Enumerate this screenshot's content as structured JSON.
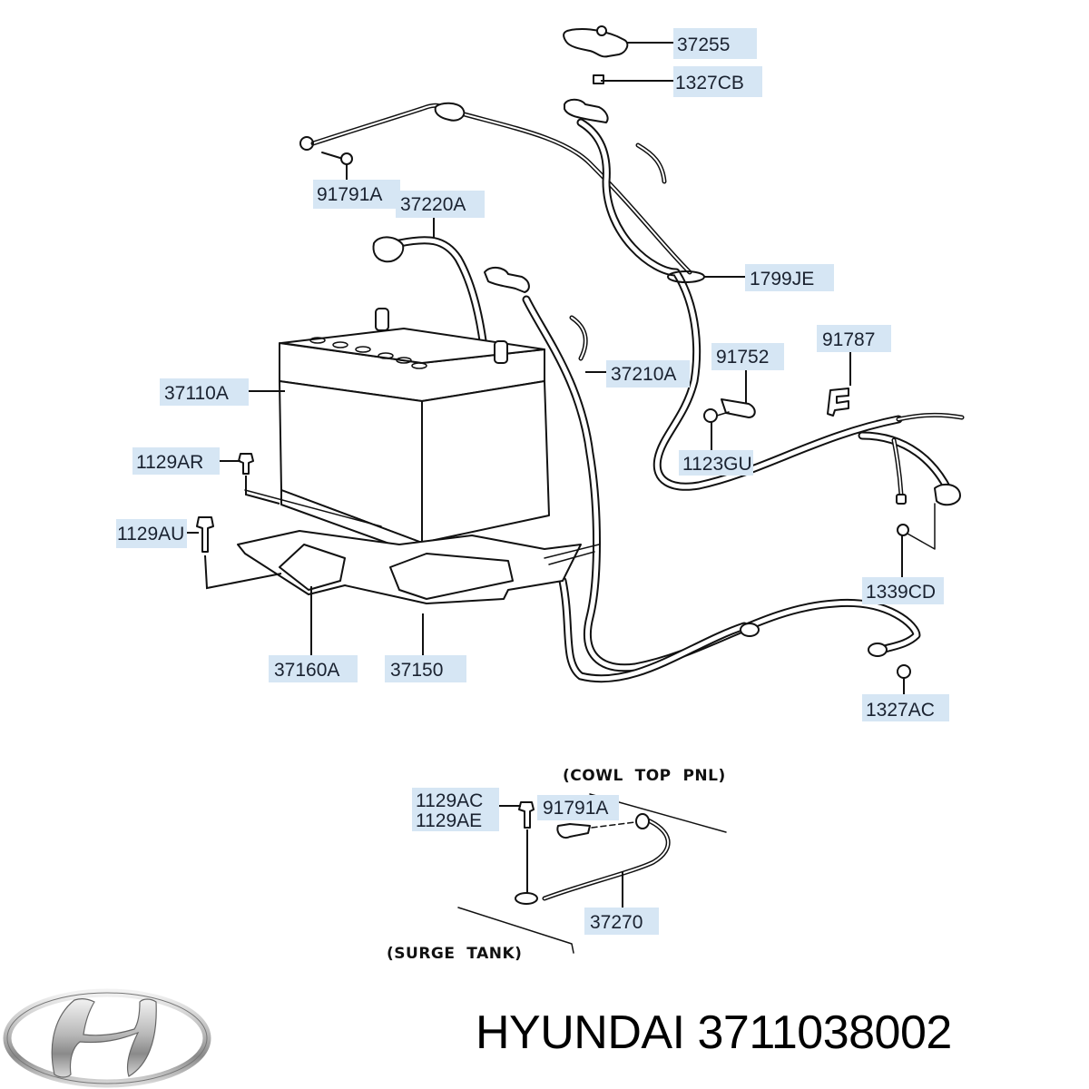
{
  "diagram": {
    "brand": "HYUNDAI",
    "part_number": "3711038002",
    "callouts": [
      {
        "id": "37255",
        "label": "37255"
      },
      {
        "id": "1327CB",
        "label": "1327CB"
      },
      {
        "id": "91791A-top",
        "label": "91791A"
      },
      {
        "id": "37220A",
        "label": "37220A"
      },
      {
        "id": "1799JE",
        "label": "1799JE"
      },
      {
        "id": "91787",
        "label": "91787"
      },
      {
        "id": "91752",
        "label": "91752"
      },
      {
        "id": "37110A",
        "label": "37110A"
      },
      {
        "id": "37210A",
        "label": "37210A"
      },
      {
        "id": "1129AR",
        "label": "1129AR"
      },
      {
        "id": "1123GU",
        "label": "1123GU"
      },
      {
        "id": "1129AU",
        "label": "1129AU"
      },
      {
        "id": "1339CD",
        "label": "1339CD"
      },
      {
        "id": "37160A",
        "label": "37160A"
      },
      {
        "id": "37150",
        "label": "37150"
      },
      {
        "id": "1327AC",
        "label": "1327AC"
      },
      {
        "id": "1129AC",
        "label": "1129AC"
      },
      {
        "id": "1129AE",
        "label": "1129AE"
      },
      {
        "id": "91791A-bottom",
        "label": "91791A"
      },
      {
        "id": "37270",
        "label": "37270"
      }
    ],
    "notes": {
      "cowl_top": "(COWL  TOP  PNL)",
      "surge_tank": "(SURGE  TANK)"
    },
    "colors": {
      "label_fill": "#d6e6f4",
      "ink": "#111111"
    }
  },
  "footer": {
    "title": "HYUNDAI 3711038002",
    "logo": "hyundai-logo-icon"
  }
}
